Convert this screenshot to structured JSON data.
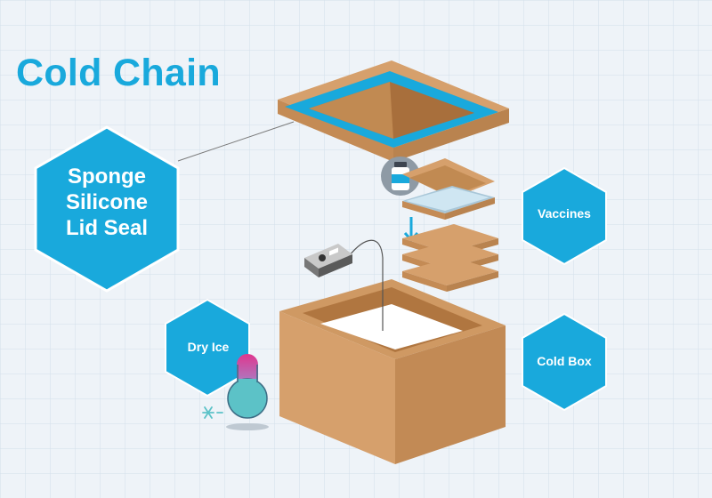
{
  "title": "Cold Chain",
  "labels": {
    "lid_seal": [
      "Sponge",
      "Silicone",
      "Lid Seal"
    ],
    "vaccines": "Vaccines",
    "cold_box": "Cold Box",
    "dry_ice": "Dry Ice"
  },
  "colors": {
    "accent": "#19a9dc",
    "cardboard": "#d6a06c",
    "cardboard_dark": "#b9834f",
    "background": "#eef3f8",
    "grid": "#d3dfea",
    "thermometer_top": "#e0368e",
    "thermometer_bulb": "#5cc2c7"
  },
  "icons": [
    "vaccine-vial-icon",
    "temperature-logger-icon",
    "thermometer-icon",
    "snowflake-icon",
    "arrow-down-icon"
  ]
}
